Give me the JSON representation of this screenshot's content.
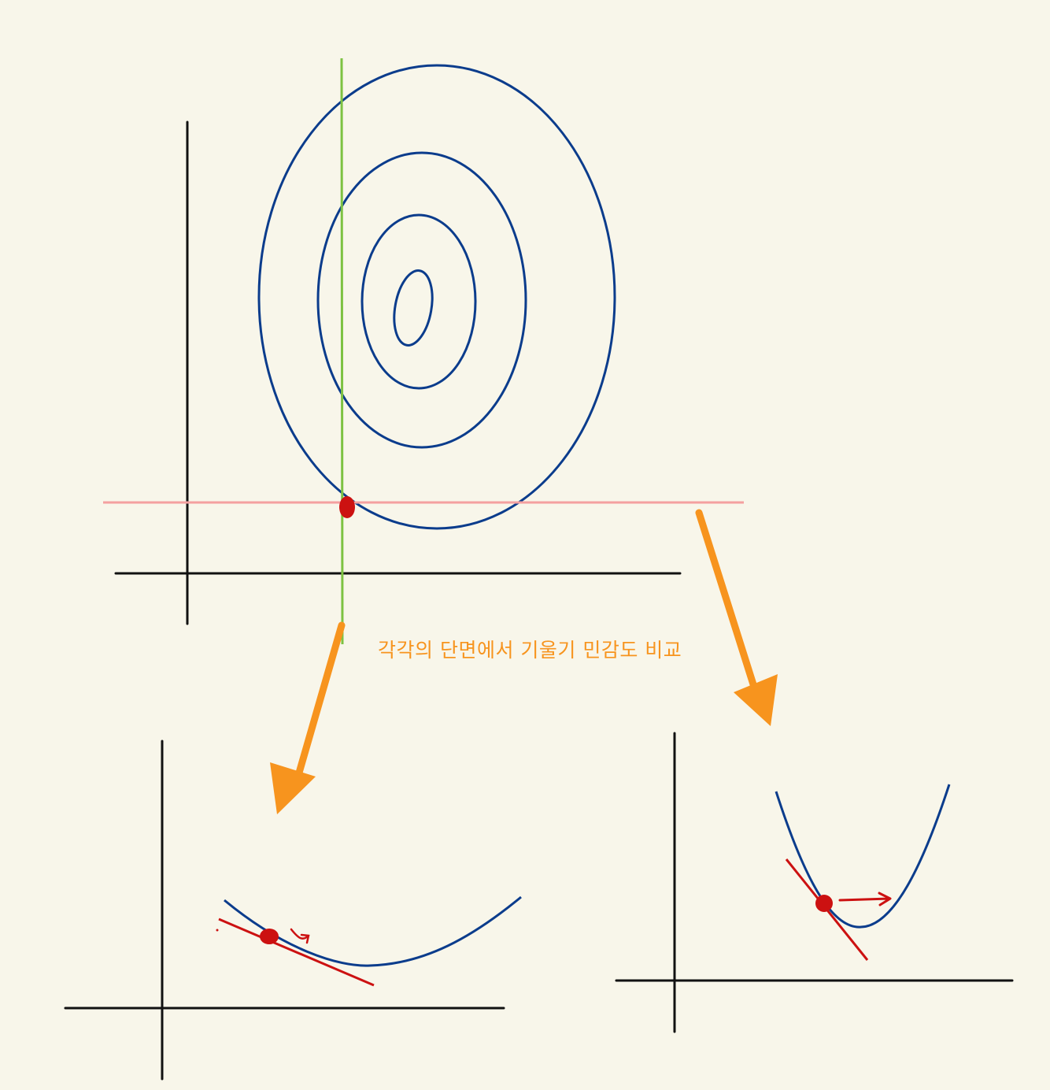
{
  "caption": "각각의 단면에서 기울기 민감도 비교",
  "colors": {
    "background": "#f8f6ea",
    "axis": "#111111",
    "contour": "#0b3c8c",
    "vertical_slice": "#7dc242",
    "horizontal_slice": "#f4a0a0",
    "point": "#cc1111",
    "tangent": "#cc1111",
    "arrow": "#f7941e",
    "caption": "#f7941e"
  },
  "panels": [
    {
      "id": "contour",
      "description_kind": "contour-plot-with-slices"
    },
    {
      "id": "slice-vertical",
      "description_kind": "shallow-parabola-with-tangent"
    },
    {
      "id": "slice-horizontal",
      "description_kind": "steep-parabola-with-tangent"
    }
  ]
}
